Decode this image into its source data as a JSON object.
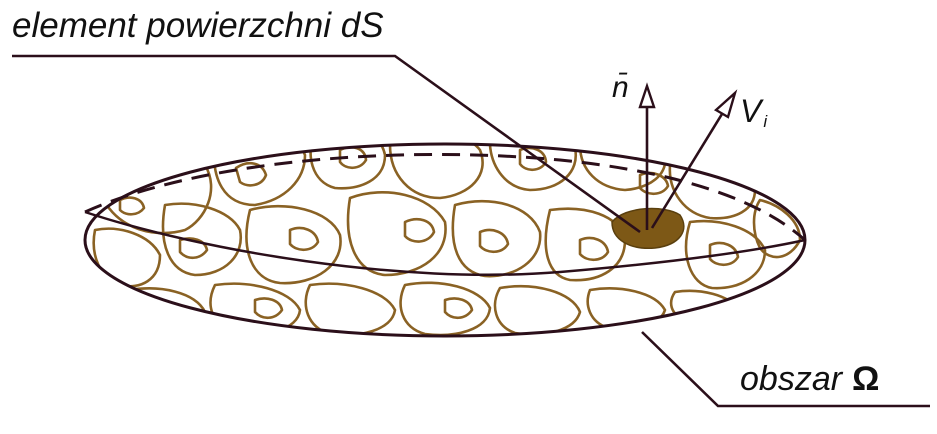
{
  "labels": {
    "surface_element": "element powierzchni dS",
    "region_word": "obszar",
    "region_symbol": "Ω",
    "normal_vector": "n̄",
    "velocity_main": "V",
    "velocity_sub": "i"
  },
  "colors": {
    "outline": "#2b0f1a",
    "pore_walls": "#8a6224",
    "surface_patch": "#7d5816",
    "leader_lines": "#2b0f1a"
  }
}
